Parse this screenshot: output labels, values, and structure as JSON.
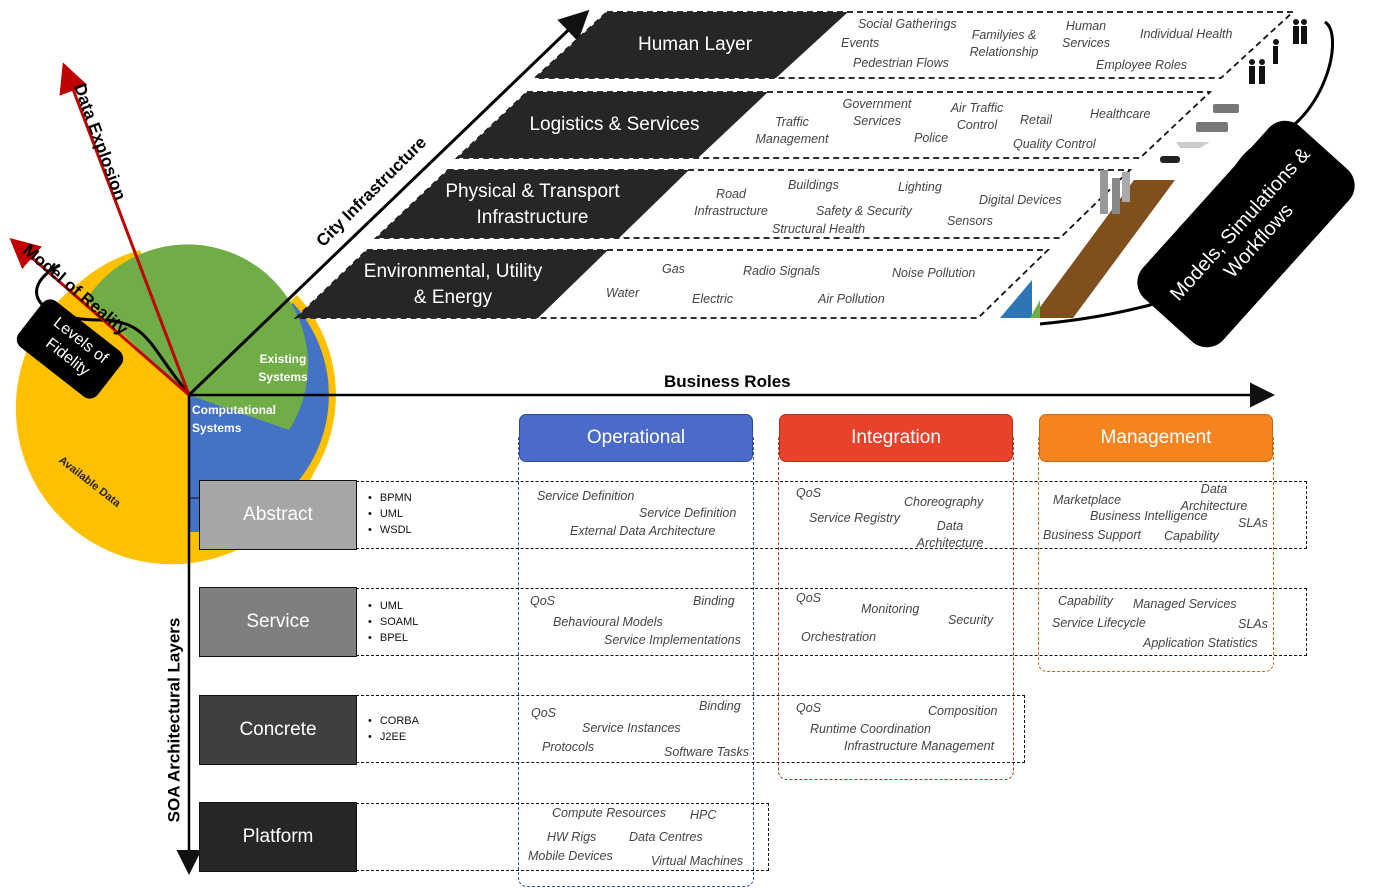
{
  "axes": {
    "data_explosion": "Data Explosion",
    "model_of_reality": "Model of Reality",
    "city_infrastructure": "City Infrastructure",
    "business_roles": "Business Roles",
    "soa_layers": "SOA Architectural Layers"
  },
  "circle": {
    "existing": "Existing Systems",
    "computational": "Computational Systems",
    "available": "Available Data",
    "fidelity": "Levels of Fidelity"
  },
  "models_label": "Models, Simulations & Workflows",
  "city_layers": [
    {
      "label": "Human Layer",
      "items": [
        "Social Gatherings",
        "Events",
        "Pedestrian Flows",
        "Familyies & Relationship",
        "Human Services",
        "Individual Health",
        "Employee Roles"
      ]
    },
    {
      "label": "Logistics & Services",
      "items": [
        "Traffic Management",
        "Government Services",
        "Police",
        "Air Traffic Control",
        "Retail",
        "Healthcare",
        "Quality Control"
      ]
    },
    {
      "label": "Physical  & Transport Infrastructure",
      "items": [
        "Road Infrastructure",
        "Buildings",
        "Safety & Security",
        "Structural Health",
        "Lighting",
        "Sensors",
        "Digital Devices"
      ]
    },
    {
      "label": "Environmental, Utility & Energy",
      "items": [
        "Gas",
        "Water",
        "Electric",
        "Radio Signals",
        "Air Pollution",
        "Noise Pollution"
      ]
    }
  ],
  "roles": [
    {
      "name": "Operational",
      "color": "#4a6bc9"
    },
    {
      "name": "Integration",
      "color": "#e8432a"
    },
    {
      "name": "Management",
      "color": "#f5841f"
    }
  ],
  "soa_layers": [
    {
      "name": "Abstract",
      "tech": [
        "BPMN",
        "UML",
        "WSDL"
      ]
    },
    {
      "name": "Service",
      "tech": [
        "UML",
        "SOAML",
        "BPEL"
      ]
    },
    {
      "name": "Concrete",
      "tech": [
        "CORBA",
        "J2EE"
      ]
    },
    {
      "name": "Platform",
      "tech": []
    }
  ],
  "cells": {
    "abstract": {
      "operational": [
        "Service Definition",
        "Service Definition",
        "External Data Architecture"
      ],
      "integration": [
        "QoS",
        "Choreography",
        "Service Registry",
        "Data Architecture"
      ],
      "management": [
        "Data Architecture",
        "Marketplace",
        "Business Intelligence",
        "SLAs",
        "Business Support",
        "Capability"
      ]
    },
    "service": {
      "operational": [
        "QoS",
        "Binding",
        "Behavioural Models",
        "Service Implementations"
      ],
      "integration": [
        "QoS",
        "Monitoring",
        "Security",
        "Orchestration"
      ],
      "management": [
        "Capability",
        "Managed Services",
        "Service Lifecycle",
        "SLAs",
        "Application Statistics"
      ]
    },
    "concrete": {
      "operational": [
        "Binding",
        "QoS",
        "Service Instances",
        "Protocols",
        "Software Tasks"
      ],
      "integration": [
        "QoS",
        "Composition",
        "Runtime Coordination",
        "Infrastructure Management"
      ]
    },
    "platform": {
      "operational": [
        "Compute Resources",
        "HPC",
        "HW Rigs",
        "Data Centres",
        "Mobile Devices",
        "Virtual Machines"
      ]
    }
  }
}
